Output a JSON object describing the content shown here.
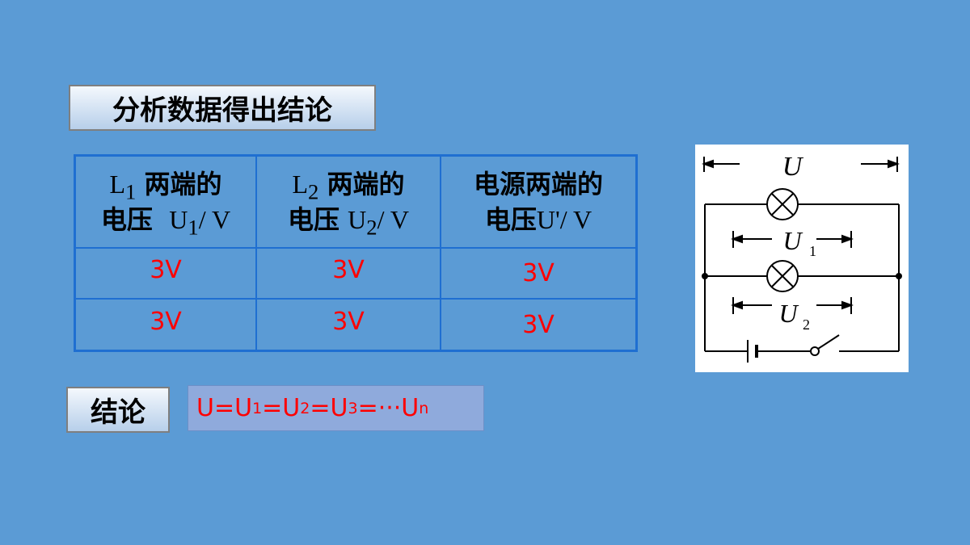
{
  "title": "分析数据得出结论",
  "table": {
    "headers": [
      {
        "sym": "L",
        "sub": "1",
        "text": "两端的",
        "line2_zh": "电压",
        "line2_sym": "U",
        "line2_sub": "1",
        "unit": "/ V"
      },
      {
        "sym": "L",
        "sub": "2",
        "text": "两端的",
        "line2_zh": "电压",
        "line2_sym": "U",
        "line2_sub": "2",
        "unit": "/ V"
      },
      {
        "text": "电源两端的",
        "line2_zh": "电压",
        "line2_sym": "U'",
        "unit": "/ V"
      }
    ],
    "rows": [
      [
        "3V",
        "3V",
        "3V"
      ],
      [
        "3V",
        "3V",
        "3V"
      ]
    ]
  },
  "conclusion": {
    "label": "结论",
    "formula": [
      {
        "t": "U=U",
        "s": "1"
      },
      {
        "t": "=U",
        "s": "2"
      },
      {
        "t": "=U",
        "s": "3"
      },
      {
        "t": "=···U",
        "s": "n"
      }
    ]
  },
  "circuit": {
    "total_label": "U",
    "lamp1_label": "U",
    "lamp1_sub": "1",
    "lamp2_label": "U",
    "lamp2_sub": "2"
  }
}
